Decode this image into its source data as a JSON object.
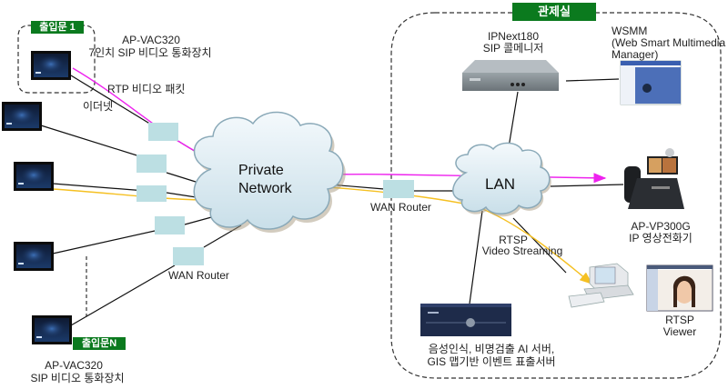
{
  "diagram": {
    "colors": {
      "rtp_line": "#ee22ee",
      "rtsp_line": "#f5c022",
      "wire": "#111111",
      "router_box": "#bcdfe3",
      "tag_bg": "#0b7a1e",
      "cloud_fill": "#e6f1f6",
      "cloud_stroke": "#8aa9b8"
    },
    "zones": {
      "entrance_1_tag": "출입문 1",
      "entrance_n_tag": "출입문N",
      "control_room_tag": "관제실"
    },
    "labels": {
      "vac320_top_model": "AP-VAC320",
      "vac320_top_desc": "7인치 SIP 비디오 통화장치",
      "rtp_packet": "RTP 비디오 패킷",
      "ethernet": "이더넷",
      "private_network_line1": "Private",
      "private_network_line2": "Network",
      "wan_router_left": "WAN Router",
      "wan_router_mid": "WAN Router",
      "vac320_bottom_model": "AP-VAC320",
      "vac320_bottom_desc": "SIP 비디오 통화장치",
      "ipnext_model": "IPNext180",
      "ipnext_desc": "SIP 콜메니저",
      "wsmm_line1": "WSMM",
      "wsmm_line2": "(Web Smart Multimedia",
      "wsmm_line3": "Manager)",
      "lan": "LAN",
      "vp300g_model": "AP-VP300G",
      "vp300g_desc": "IP 영상전화기",
      "rtsp_stream_line1": "RTSP",
      "rtsp_stream_line2": "Video Streaming",
      "rtsp_viewer_line1": "RTSP",
      "rtsp_viewer_line2": "Viewer",
      "ai_server_line1": "음성인식, 비명검출 AI 서버,",
      "ai_server_line2": "GIS 맵기반 이벤트 표출서버"
    },
    "icons": {
      "door_terminal": "video-door-terminal-icon",
      "router": "wan-router-icon",
      "cloud": "network-cloud-icon",
      "call_manager": "rack-server-icon",
      "wsmm_screen": "web-app-window-icon",
      "video_phone": "video-phone-icon",
      "ai_server": "server-box-icon",
      "pc": "desktop-pc-icon",
      "viewer_screen": "video-viewer-window-icon"
    }
  }
}
